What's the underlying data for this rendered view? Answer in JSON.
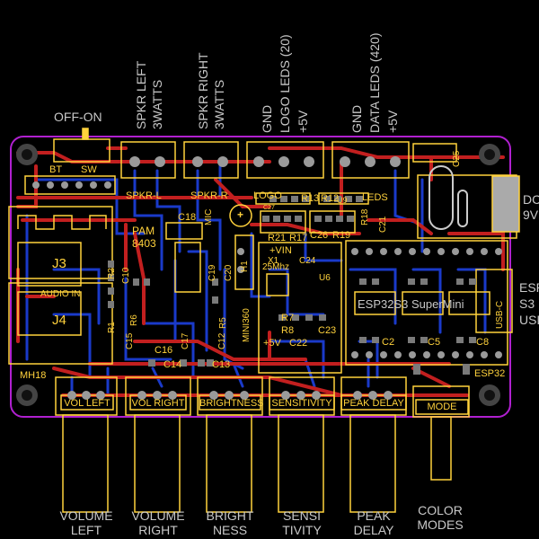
{
  "board": {
    "colors": {
      "bg": "#000000",
      "outline": "#b020d0",
      "silk": "#ffd23c",
      "top_copper": "#c21f1f",
      "bottom_copper": "#1a3ac9",
      "doc_text": "#c8c8c8",
      "pad": "#9a9a9a"
    }
  },
  "top_labels": {
    "off_on": "OFF-ON",
    "spkr_left": [
      "SPKR LEFT",
      "3WATTS"
    ],
    "spkr_right": [
      "SPKR RIGHT",
      "3WATTS"
    ],
    "logo_leds": [
      "GND",
      "LOGO LEDS (20)",
      "+5V"
    ],
    "data_leds": [
      "GND",
      "DATA LEDS (420)",
      "+5V"
    ]
  },
  "silk": {
    "bt": "BT",
    "sw": "SW",
    "spkr_l": "SPKR-L",
    "spkr_r": "SPKR-R",
    "logo": "LOGO",
    "leds": "LEDS",
    "r13": "R13",
    "r12": "R12",
    "c27": "C27",
    "c18": "C18",
    "mic": "MIC",
    "pam": "PAM",
    "pam_num": "8403",
    "j3": "J3",
    "j4": "J4",
    "audio_in": "AUDIO IN",
    "mh18": "MH18",
    "r21": "R21",
    "r17": "R17",
    "c26": "C26",
    "r19": "R19",
    "r18": "R18",
    "c21": "C21",
    "c25": "C25",
    "vin": "+VIN",
    "c24": "C24",
    "x1": "X1",
    "mhz": "25Mhz",
    "u6": "U6",
    "mini360": "MINI360",
    "r7": "R7",
    "r8": "R8",
    "c23": "C23",
    "v5": "+5V",
    "c22": "C22",
    "c2": "C2",
    "c5": "C5",
    "c8": "C8",
    "esp32": "ESP32",
    "esp_super": "ESP32S3 SuperMini",
    "usb_c": "USB-C",
    "c14": "C14",
    "c13": "C13",
    "c16": "C16",
    "c15": "C15",
    "c17": "C17",
    "c19": "C19",
    "c20": "C20",
    "c10": "C10",
    "r5": "R5",
    "r6": "R6",
    "r1": "R1",
    "r2": "R2",
    "c12": "C12",
    "h1": "H1",
    "u9": "U9"
  },
  "pots": [
    {
      "silk": "VOL LEFT",
      "label": [
        "VOLUME",
        "LEFT"
      ]
    },
    {
      "silk": "VOL RIGHT",
      "label": [
        "VOLUME",
        "RIGHT"
      ]
    },
    {
      "silk": "BRIGHTNESS",
      "label": [
        "BRIGHT",
        "NESS"
      ]
    },
    {
      "silk": "SENSITIVITY",
      "label": [
        "SENSI",
        "TIVITY"
      ]
    },
    {
      "silk": "PEAK DELAY",
      "label": [
        "PEAK",
        "DELAY"
      ]
    }
  ],
  "mode": {
    "silk": "MODE",
    "label": [
      "COLOR",
      "MODES"
    ]
  },
  "side_labels": {
    "dc": "DC",
    "dc_v": "9V",
    "esp_side": [
      "ESP",
      "S3",
      "USB"
    ]
  }
}
